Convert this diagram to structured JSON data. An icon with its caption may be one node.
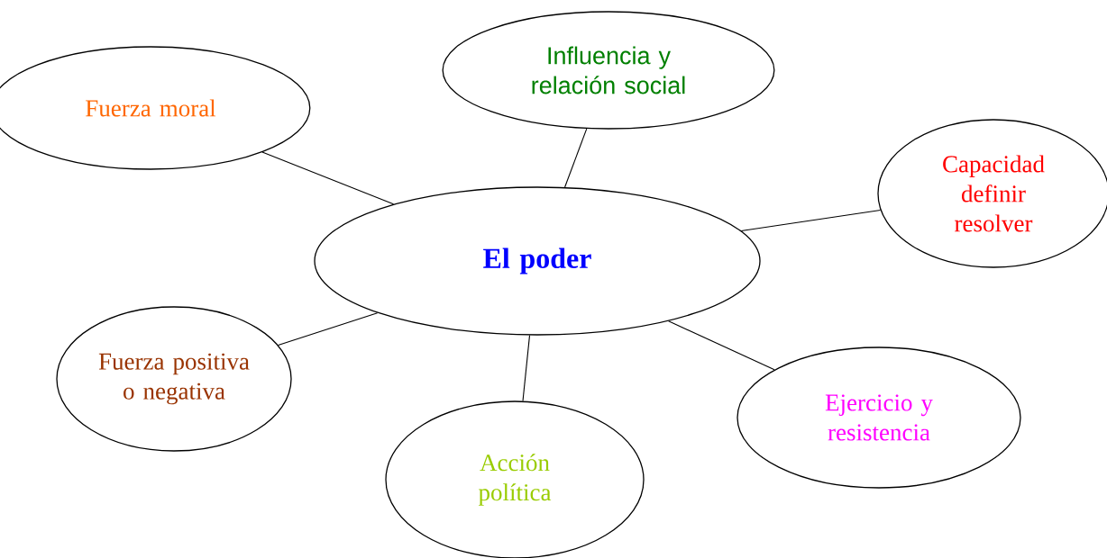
{
  "diagram": {
    "nodes": [
      {
        "text": [
          "Fuerza moral"
        ]
      },
      {
        "text": [
          "Influencia y relación social"
        ]
      },
      {
        "text": [
          "Capacidad definir resolver"
        ]
      },
      {
        "text": [
          "El poder"
        ]
      },
      {
        "text": [
          "Fuerza positiva o negativa"
        ]
      },
      {
        "text": [
          "Acción política"
        ]
      },
      {
        "text": [
          "Ejercicio y resistencia"
        ]
      }
    ],
    "edges": [
      {
        "from": 3,
        "to": 0,
        "arrow": "none"
      },
      {
        "from": 3,
        "to": 1,
        "arrow": "none"
      },
      {
        "from": 3,
        "to": 2,
        "arrow": "none"
      },
      {
        "from": 3,
        "to": 4,
        "arrow": "none"
      },
      {
        "from": 3,
        "to": 5,
        "arrow": "none"
      },
      {
        "from": 3,
        "to": 6,
        "arrow": "none"
      }
    ]
  }
}
